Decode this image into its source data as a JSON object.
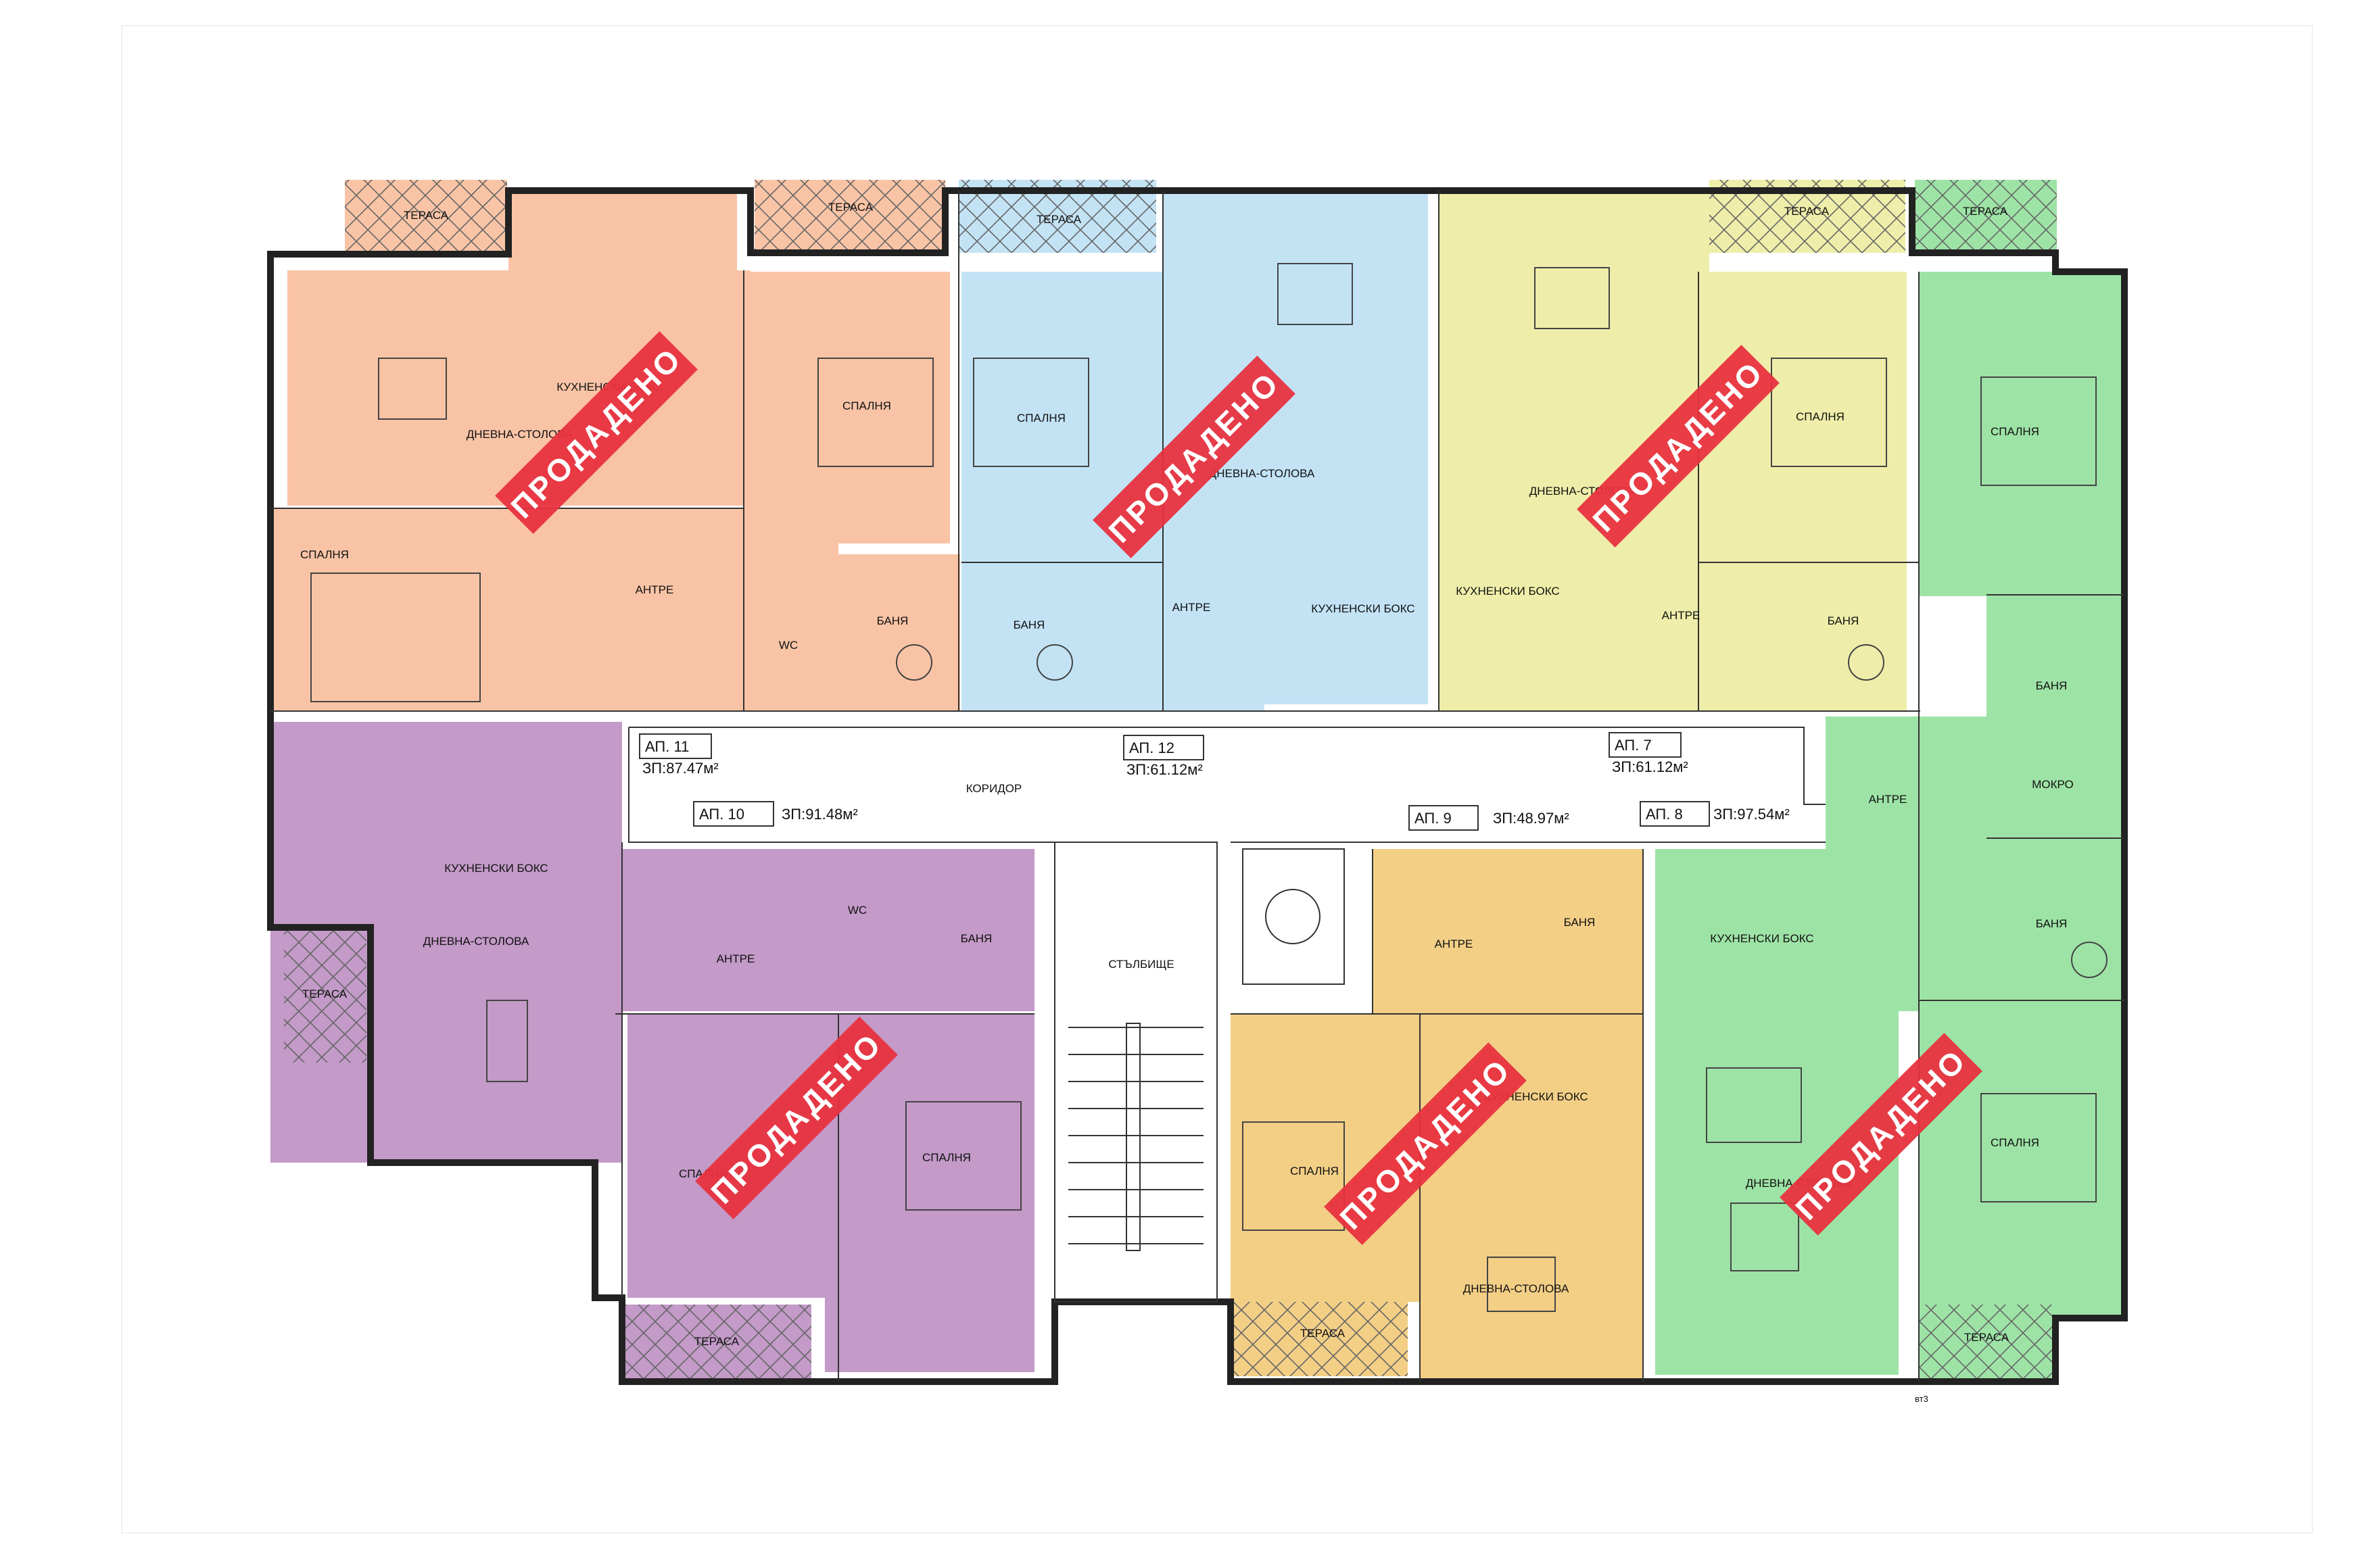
{
  "colors": {
    "apt11": "#f9c4a6",
    "apt12": "#c3e3f5",
    "apt7": "#eeeeaa",
    "apt8": "#9ee3a6",
    "apt9": "#f3cf86",
    "apt10": "#c39ac8",
    "sold": "#e8313f",
    "terrace_pattern": "hatched"
  },
  "apartments": [
    {
      "id": "11",
      "label": "АП. 11",
      "area": "ЗП:87.47м²"
    },
    {
      "id": "12",
      "label": "АП. 12",
      "area": "ЗП:61.12м²"
    },
    {
      "id": "7",
      "label": "АП. 7",
      "area": "ЗП:61.12м²"
    },
    {
      "id": "10",
      "label": "АП. 10",
      "area": "ЗП:91.48м²"
    },
    {
      "id": "9",
      "label": "АП. 9",
      "area": "ЗП:48.97м²"
    },
    {
      "id": "8",
      "label": "АП. 8",
      "area": "ЗП:97.54м²"
    }
  ],
  "rooms": {
    "terrace": "ТЕРАСА",
    "kitchen": "КУХНЕНСКИ БОКС",
    "living": "ДНЕВНА-СТОЛОВА",
    "bedroom": "СПАЛНЯ",
    "hall": "АНТРЕ",
    "bath": "БАНЯ",
    "wc": "WC",
    "corridor": "КОРИДОР",
    "stairs": "СТЪЛБИЩЕ",
    "wet": "МОКРО"
  },
  "sold_label": "ПРОДАДЕНО",
  "floor_code": "вт3"
}
